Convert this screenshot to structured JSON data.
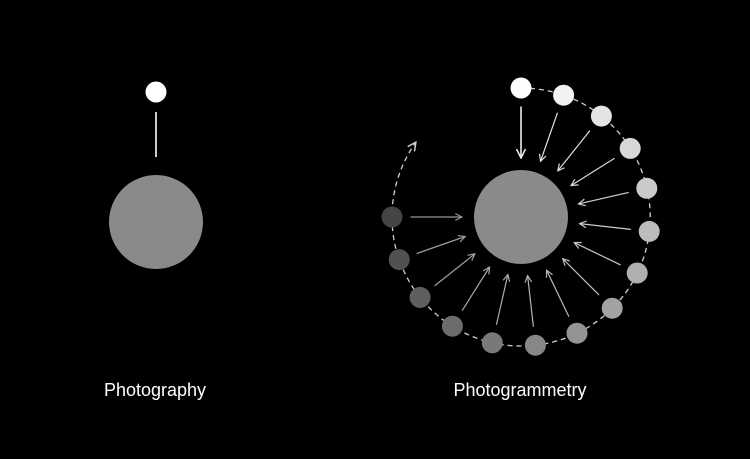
{
  "labels": {
    "photography": "Photography",
    "photogrammetry": "Photogrammetry"
  },
  "colors": {
    "background": "#000000",
    "subject": "#8a8a8b",
    "camera_bright": "#ffffff",
    "camera_dim": "#444444",
    "arrow": "#bdbdbd",
    "path": "#d0d0d0"
  },
  "photogrammetry_camera_count": 15
}
